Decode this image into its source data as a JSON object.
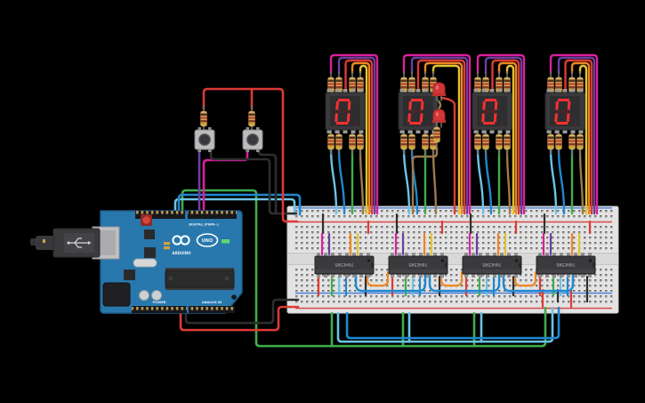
{
  "app": {
    "name": "circuit-canvas",
    "background": "#000000"
  },
  "arduino": {
    "brand": "ARDUINO",
    "model": "UNO",
    "header_top_label": "DIGITAL (PWM~)",
    "header_power_label": "POWER",
    "header_analog_label": "ANALOG IN",
    "board_color": "#2878ae",
    "status_led_color": "#61d66a"
  },
  "breadboard": {
    "body_color": "#e3e3e3",
    "rail_positive_color": "#d84a48",
    "rail_negative_color": "#4a7fd8"
  },
  "shift_registers": [
    {
      "label": "74HC595"
    },
    {
      "label": "74HC595"
    },
    {
      "label": "74HC595"
    },
    {
      "label": "74HC595"
    }
  ],
  "displays": [
    {
      "value": "0"
    },
    {
      "value": "0"
    },
    {
      "value": "0"
    },
    {
      "value": "0"
    }
  ],
  "leds": [
    {
      "color": "red"
    },
    {
      "color": "red"
    }
  ],
  "push_button_count": 2,
  "resistor_count": 35,
  "wire_colors": {
    "power_red": "#dd3a35",
    "ground_black": "#2e2e2e",
    "green": "#3fae4c",
    "cyan": "#6cc4e4",
    "blue": "#1f88cf",
    "purple": "#6b3fa0",
    "magenta": "#d9219c",
    "orange": "#ee8722",
    "yellow": "#e3c330",
    "brown": "#9b7a4e"
  }
}
